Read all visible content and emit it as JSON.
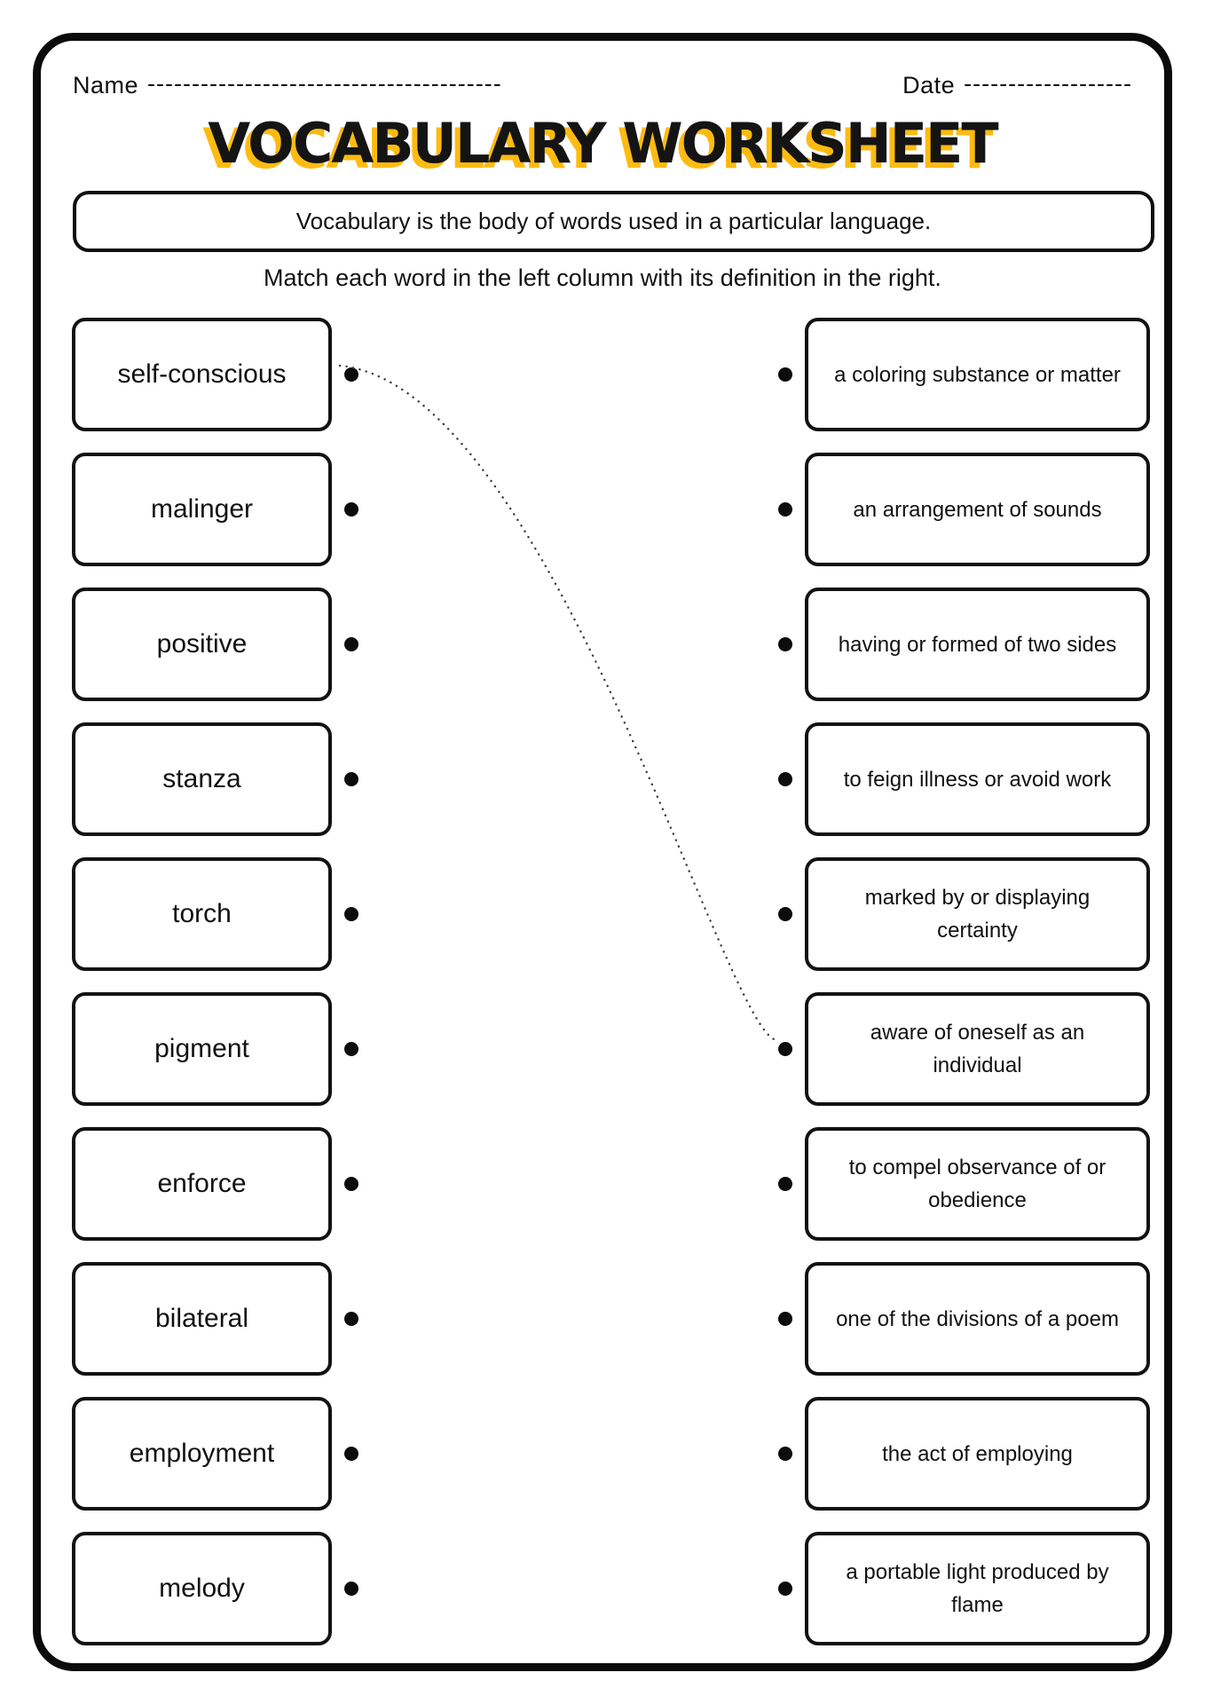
{
  "page": {
    "name_label": "Name",
    "name_line": "----------------------------------------",
    "date_label": "Date",
    "date_line": "-------------------",
    "title": "VOCABULARY WORKSHEET",
    "definition_banner": "Vocabulary is the body of words used in a particular language.",
    "instruction": "Match each word in the left column with its definition in the right.",
    "accent_color": "#fdbb12"
  },
  "matching": {
    "words": [
      "self-conscious",
      "malinger",
      "positive",
      "stanza",
      "torch",
      "pigment",
      "enforce",
      "bilateral",
      "employment",
      "melody"
    ],
    "definitions": [
      "a coloring substance or matter",
      "an arrangement of sounds",
      "having or formed of two sides",
      "to feign illness or avoid work",
      "marked by or displaying certainty",
      "aware of oneself as an individual",
      "to compel observance of or obedience",
      "one of the divisions of a poem",
      "the act of employing",
      "a portable light produced by flame"
    ],
    "drawn_connection": {
      "from_word": "self-conscious",
      "to_definition": "aware of oneself as an individual"
    }
  }
}
